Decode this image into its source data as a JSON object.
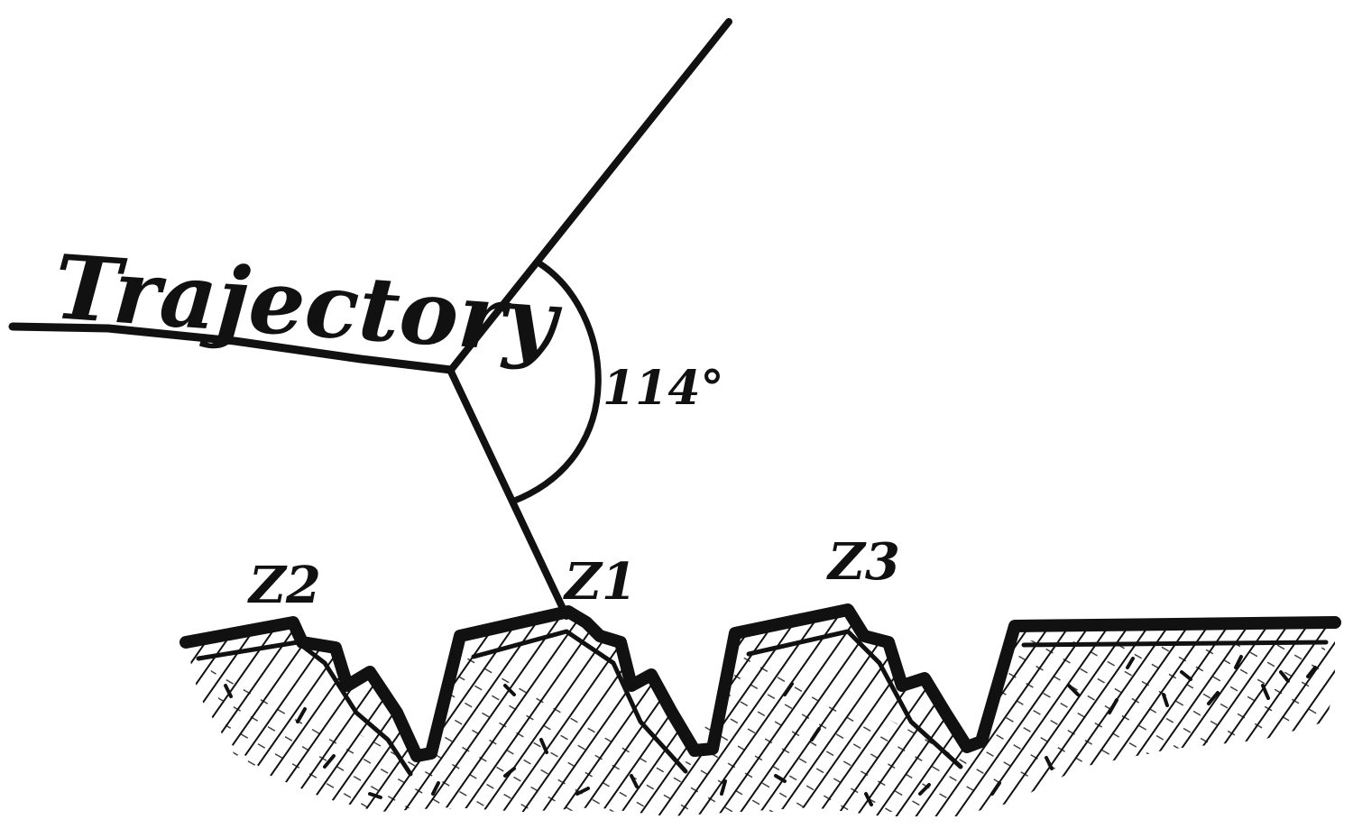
{
  "labels": {
    "trajectory": "Trajectory",
    "angle": "114°",
    "z2": "Z2",
    "z1": "Z1",
    "z3": "Z3"
  },
  "colors": {
    "ink": "#111111",
    "background": "#ffffff"
  }
}
